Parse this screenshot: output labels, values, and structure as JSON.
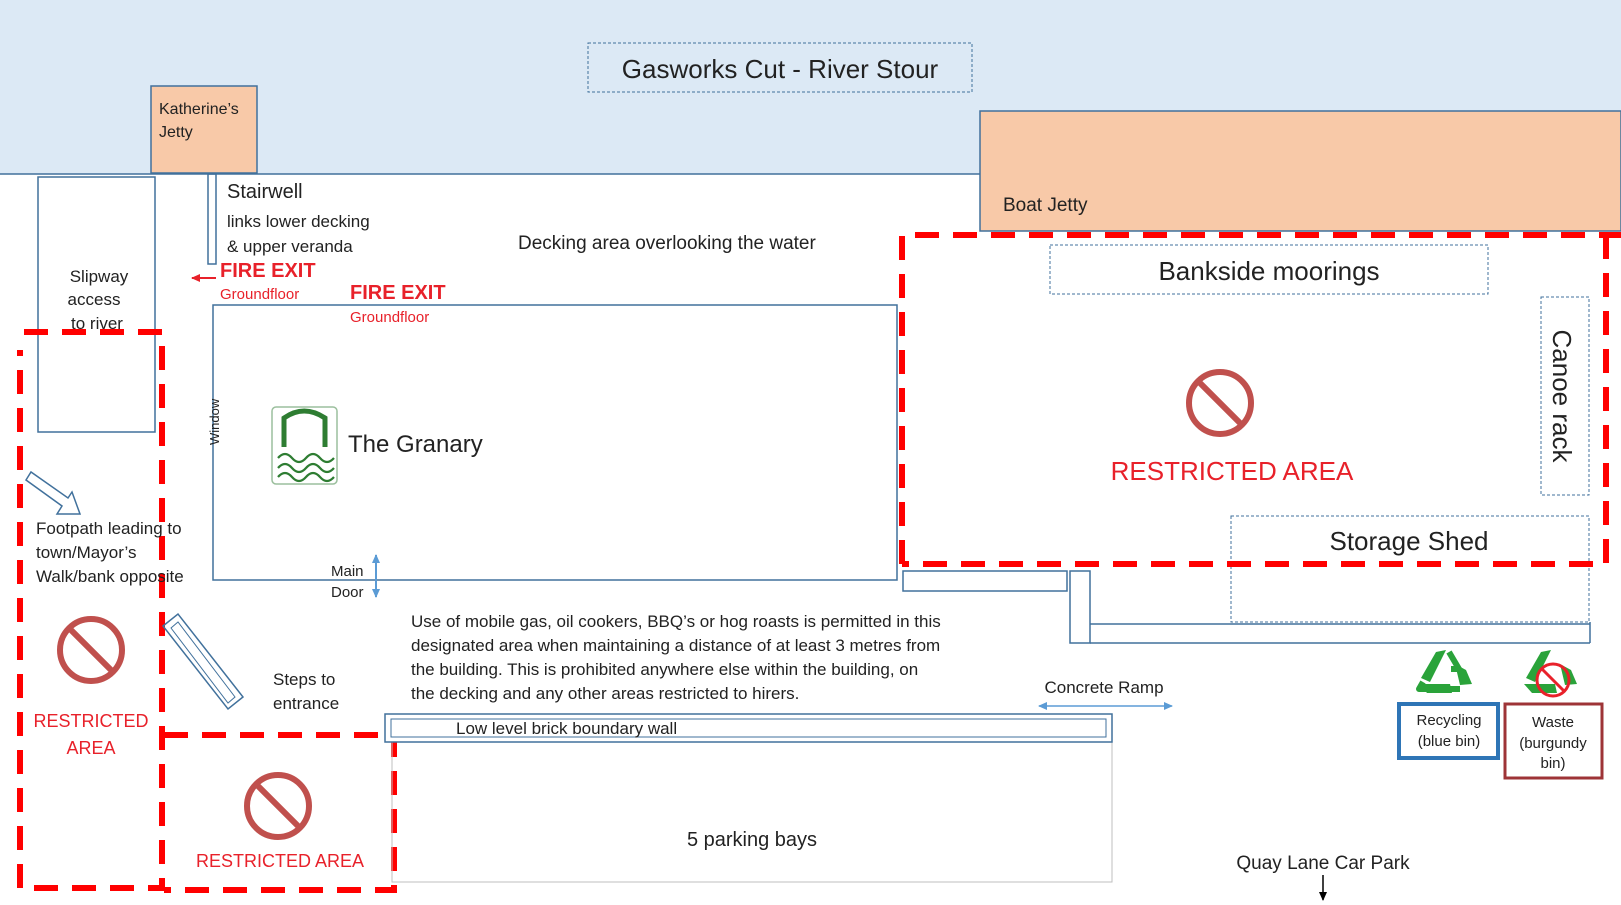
{
  "colors": {
    "water": "#dce9f5",
    "jetty": "#f8c9a8",
    "outline": "#41719c",
    "restricted": "#ff0000",
    "restricted_text": "#e8212a",
    "fire_exit": "#e8212a",
    "recycle_green": "#2aa33a",
    "waste_border": "#9e3437",
    "granary_green": "#2e7d32"
  },
  "icons": {
    "no_entry": "no-entry-icon",
    "recycle": "recycle-icon",
    "granary_logo": "granary-logo-icon"
  },
  "water": {
    "title": "Gasworks Cut - River Stour"
  },
  "jetties": {
    "katherines_line1": "Katherine’s",
    "katherines_line2": "Jetty",
    "boat": "Boat Jetty"
  },
  "stairwell": {
    "title": "Stairwell",
    "line1": "links lower decking",
    "line2": "& upper veranda"
  },
  "decking_label": "Decking area overlooking the water",
  "slipway": {
    "line1": "Slipway",
    "line2": "access",
    "line3": "to river"
  },
  "fire_exits": [
    {
      "label": "FIRE EXIT",
      "sub": "Groundfloor"
    },
    {
      "label": "FIRE EXIT",
      "sub": "Groundfloor"
    }
  ],
  "granary": {
    "name": "The Granary",
    "window": "Window",
    "door_line1": "Main",
    "door_line2": "Door"
  },
  "moorings": "Bankside moorings",
  "canoe_rack": "Canoe rack",
  "storage_shed": "Storage Shed",
  "restricted": {
    "right": "RESTRICTED AREA",
    "left_line1": "RESTRICTED",
    "left_line2": "AREA",
    "bottom": "RESTRICTED AREA"
  },
  "footpath": {
    "line1": "Footpath leading to",
    "line2": "town/Mayor’s",
    "line3": "Walk/bank opposite"
  },
  "steps": {
    "line1": "Steps to",
    "line2": "entrance"
  },
  "notice": [
    "Use of mobile gas, oil cookers, BBQ’s or hog roasts is permitted in this",
    "designated area when maintaining a distance of at least 3 metres from",
    "the building. This is prohibited anywhere else within the building, on",
    "the decking and any other areas restricted to hirers."
  ],
  "ramp": "Concrete Ramp",
  "wall": "Low level brick boundary wall",
  "parking": "5 parking bays",
  "car_park": "Quay Lane Car Park",
  "bins": {
    "recycling_line1": "Recycling",
    "recycling_line2": "(blue bin)",
    "waste_line1": "Waste",
    "waste_line2": "(burgundy",
    "waste_line3": "bin)"
  }
}
